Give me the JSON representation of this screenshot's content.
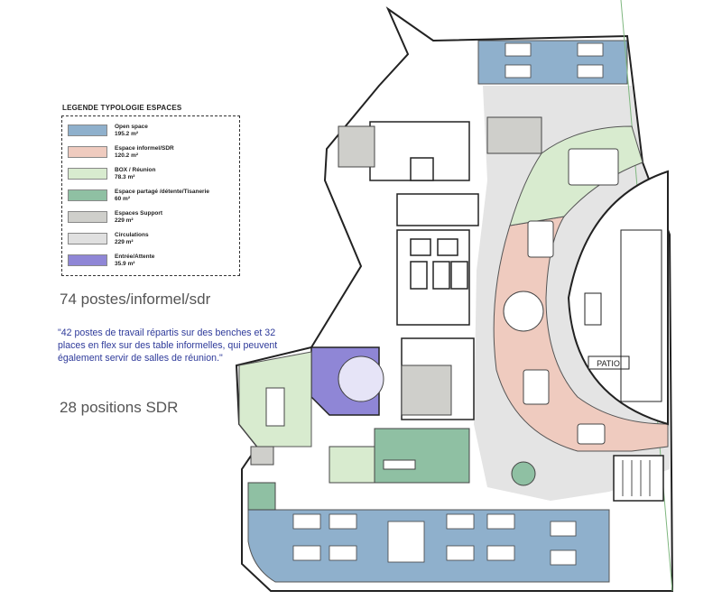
{
  "legend": {
    "title": "LEGENDE TYPOLOGIE ESPACES",
    "items": [
      {
        "label": "Open space",
        "area": "195.2 m²",
        "color": "#8fb0cc"
      },
      {
        "label": "Espace informel/SDR",
        "area": "120.2 m²",
        "color": "#efcbbf"
      },
      {
        "label": "BOX / Réunion",
        "area": "78.3 m²",
        "color": "#d8ebcf"
      },
      {
        "label": "Espace partagé /détente/Tisanerie",
        "area": "60 m²",
        "color": "#8fc0a3"
      },
      {
        "label": "Espaces Support",
        "area": "229 m²",
        "color": "#cfcfcb"
      },
      {
        "label": "Circulations",
        "area": "229 m²",
        "color": "#e0e0e0"
      },
      {
        "label": "Entrée/Attente",
        "area": "35.9 m²",
        "color": "#8f86d6"
      }
    ]
  },
  "summary": {
    "postes": "74 postes/informel/sdr",
    "quote": "\"42 postes de travail répartis sur des benches et 32 places en flex sur des table informelles, qui peuvent également servir de salles de réunion.\"",
    "sdr": "28 positions SDR"
  },
  "plan": {
    "patio_label": "PATIO"
  }
}
